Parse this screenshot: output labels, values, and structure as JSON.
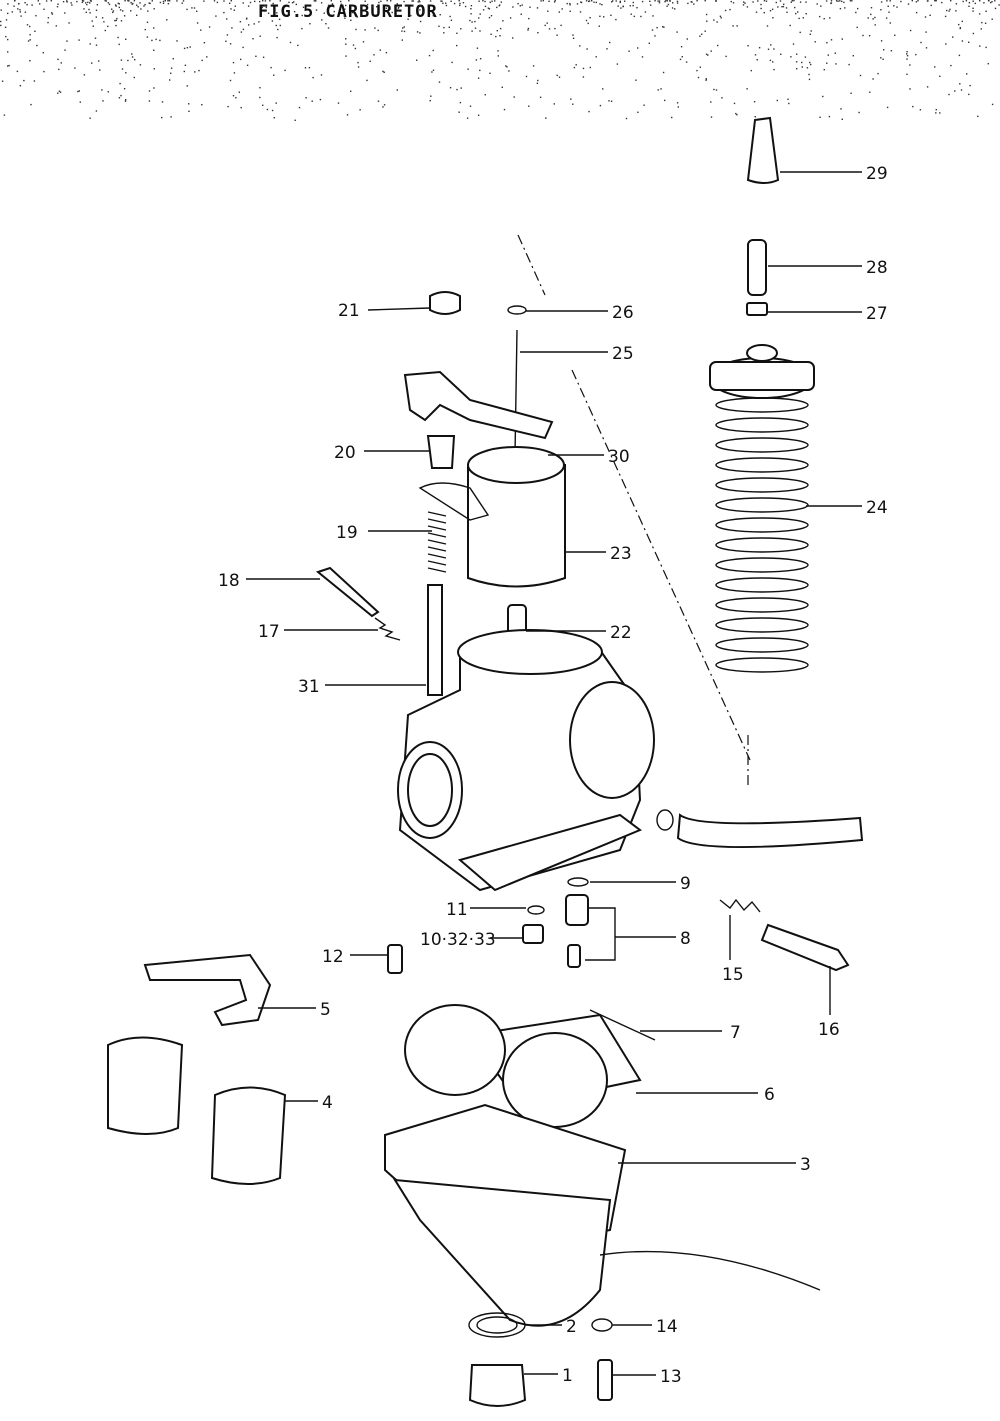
{
  "figure": {
    "title": "FIG.5  CARBURETOR"
  },
  "callouts": [
    "1",
    "2",
    "3",
    "4",
    "5",
    "6",
    "7",
    "8",
    "9",
    "10·32·33",
    "11",
    "12",
    "13",
    "14",
    "15",
    "16",
    "17",
    "18",
    "19",
    "20",
    "21",
    "22",
    "23",
    "24",
    "25",
    "26",
    "27",
    "28",
    "29",
    "30",
    "31"
  ],
  "colors": {
    "ink": "#111111",
    "paper": "#ffffff"
  }
}
